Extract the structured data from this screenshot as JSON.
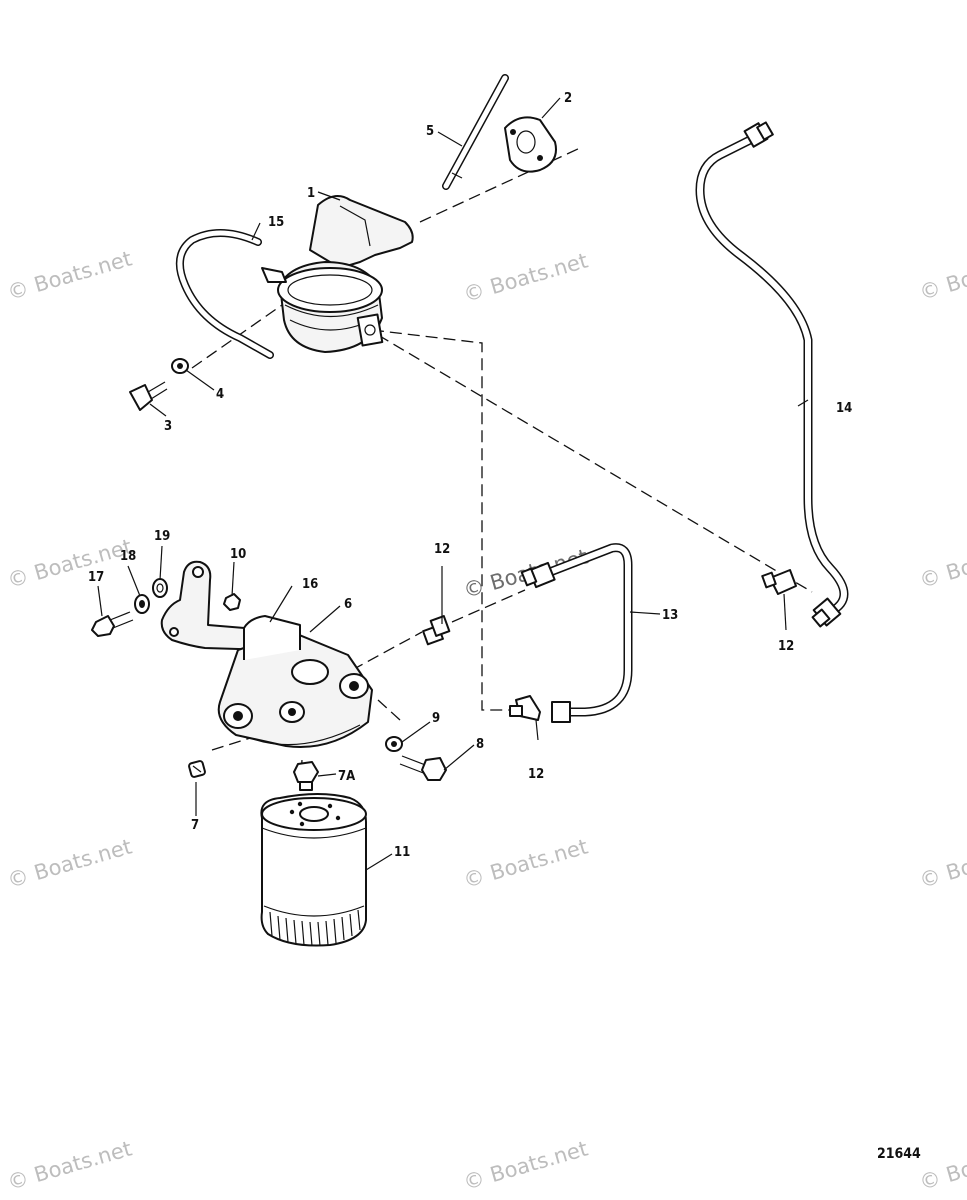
{
  "figure_number": "21644",
  "watermark_text": "© Boats.net",
  "part_labels": {
    "p1": "1",
    "p2": "2",
    "p3": "3",
    "p4": "4",
    "p5": "5",
    "p6": "6",
    "p7": "7",
    "p7a": "7A",
    "p8": "8",
    "p9": "9",
    "p10": "10",
    "p11": "11",
    "p12a": "12",
    "p12b": "12",
    "p12c": "12",
    "p13": "13",
    "p14": "14",
    "p15": "15",
    "p16": "16",
    "p17": "17",
    "p18": "18",
    "p19": "19"
  }
}
